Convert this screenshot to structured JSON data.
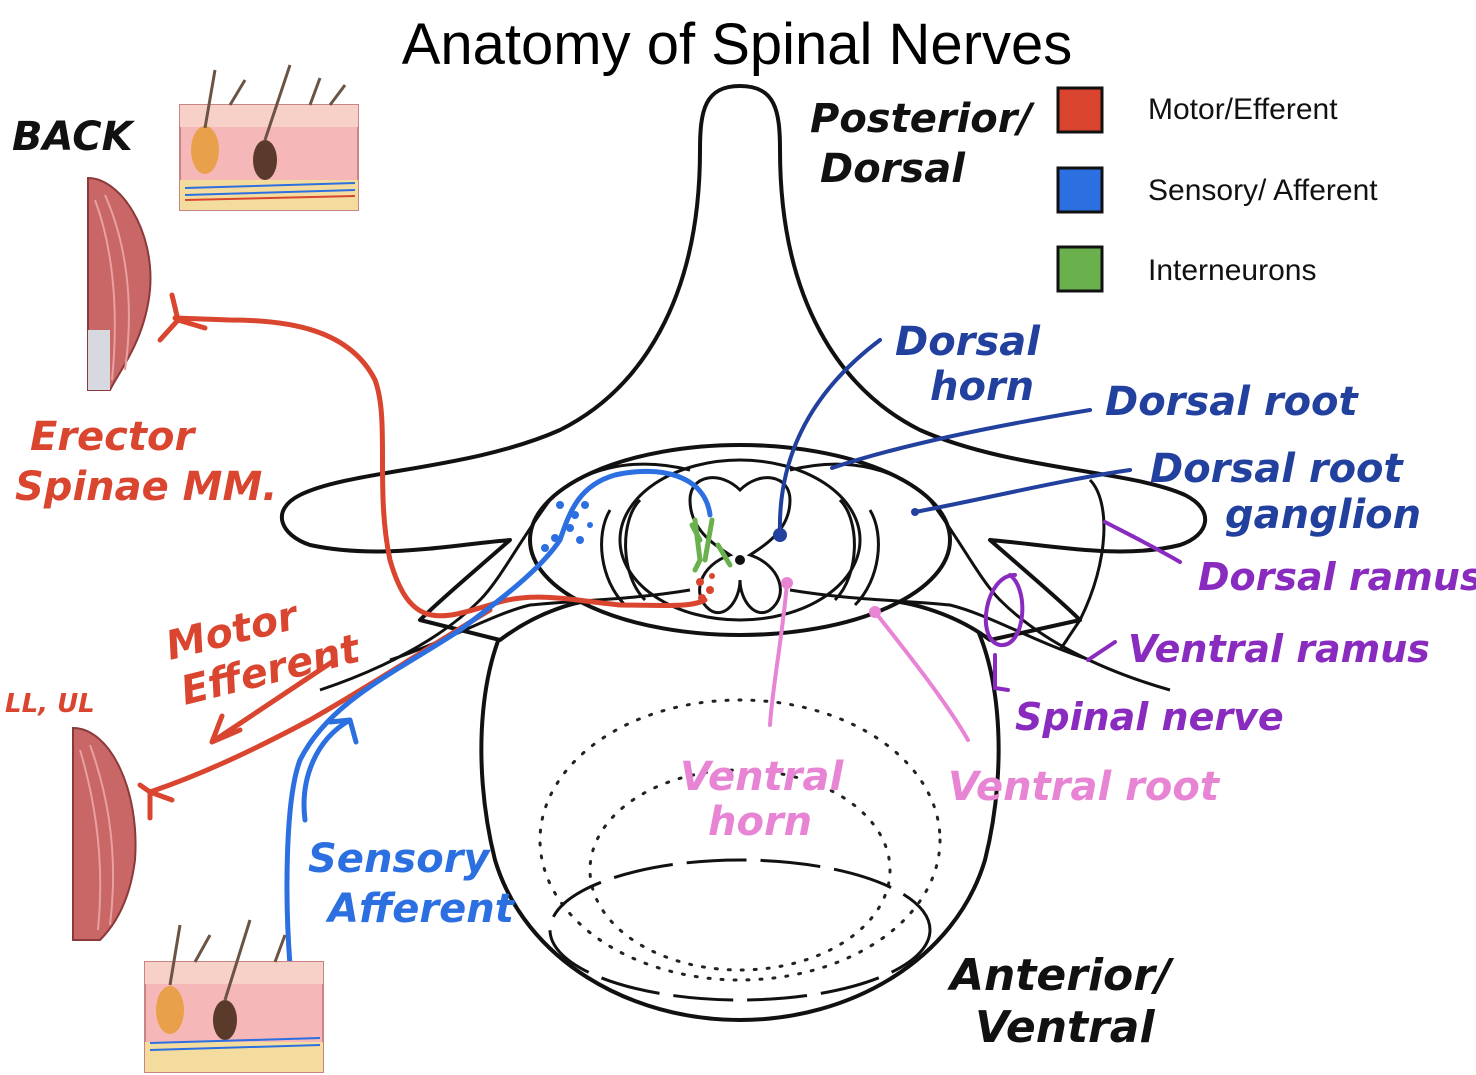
{
  "title": "Anatomy of Spinal Nerves",
  "colors": {
    "motor": "#d9452e",
    "sensory": "#2b6fe0",
    "interneuron": "#6ab04c",
    "label_blue": "#22409e",
    "label_purple": "#8a2bbf",
    "label_pink": "#e884d4",
    "label_red": "#d9452e"
  },
  "legend": [
    {
      "label": "Motor/Efferent",
      "color": "#d9452e"
    },
    {
      "label": "Sensory/ Afferent",
      "color": "#2b6fe0"
    },
    {
      "label": "Interneurons",
      "color": "#6ab04c"
    }
  ],
  "orientation": {
    "posterior_1": "Posterior/",
    "posterior_2": "Dorsal",
    "anterior_1": "Anterior/",
    "anterior_2": "Ventral"
  },
  "labels": {
    "back": "BACK",
    "erector_1": "Erector",
    "erector_2": "Spinae MM.",
    "motor_1": "Motor",
    "motor_2": "Efferent",
    "limbs": "LL, UL",
    "sensory_1": "Sensory",
    "sensory_2": "Afferent",
    "dorsal_horn_1": "Dorsal",
    "dorsal_horn_2": "horn",
    "dorsal_root": "Dorsal root",
    "drg_1": "Dorsal root",
    "drg_2": "ganglion",
    "dorsal_ramus": "Dorsal ramus",
    "ventral_ramus": "Ventral ramus",
    "spinal_nerve": "Spinal nerve",
    "ventral_horn_1": "Ventral",
    "ventral_horn_2": "horn",
    "ventral_root": "Ventral root"
  }
}
